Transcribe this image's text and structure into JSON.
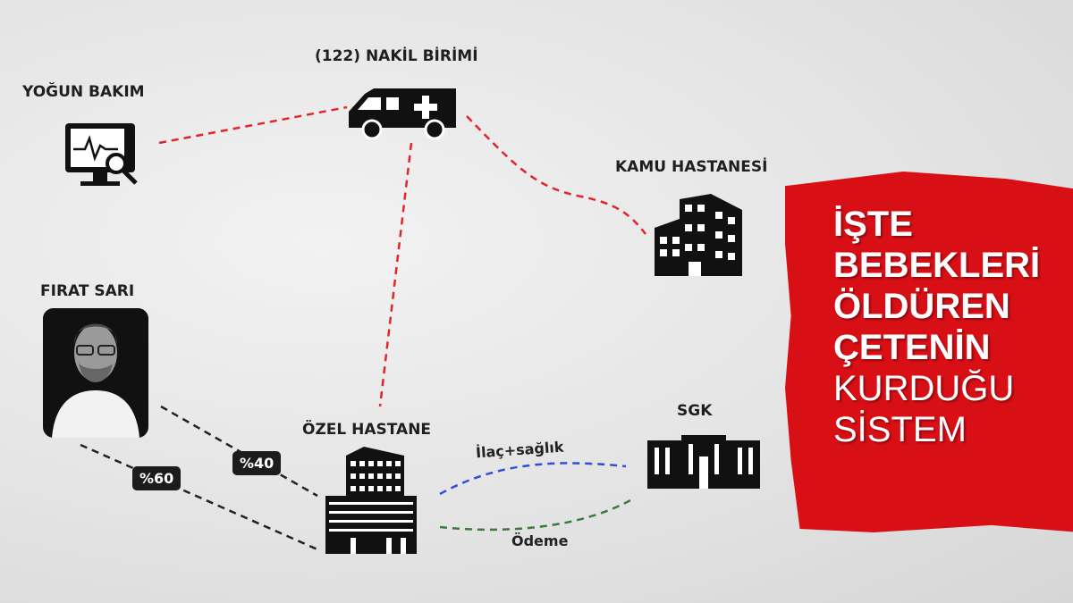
{
  "nodes": {
    "intensive_care": "YOĞUN BAKIM",
    "transfer_unit": "(122) NAKİL BİRİMİ",
    "public_hospital": "KAMU HASTANESİ",
    "person": "FIRAT SARI",
    "private_hospital": "ÖZEL HASTANE",
    "sgk": "SGK"
  },
  "edges": {
    "share_40": "%40",
    "share_60": "%60",
    "drug_health": "İlaç+sağlık",
    "payment": "Ödeme"
  },
  "headline": [
    "İŞTE",
    "BEBEKLERİ",
    "ÖLDÜREN",
    "ÇETENİN",
    "KURDUĞU",
    "SİSTEM"
  ],
  "colors": {
    "accent": "#d90f16",
    "red_line": "#e0262b",
    "blue_line": "#2f4fd8",
    "green_line": "#3a7a3a"
  }
}
